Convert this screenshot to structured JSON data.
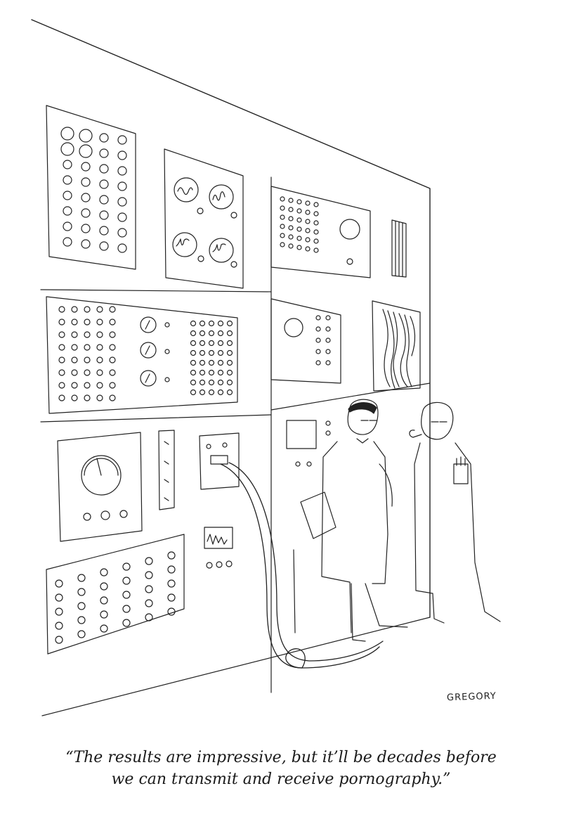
{
  "cartoon": {
    "signature": "GREGORY",
    "caption_line_1": "“The results are impressive, but it’ll be decades before",
    "caption_line_2": "we can transmit and receive pornography.”"
  },
  "palette": {
    "ink": "#222222",
    "paper": "#ffffff"
  }
}
